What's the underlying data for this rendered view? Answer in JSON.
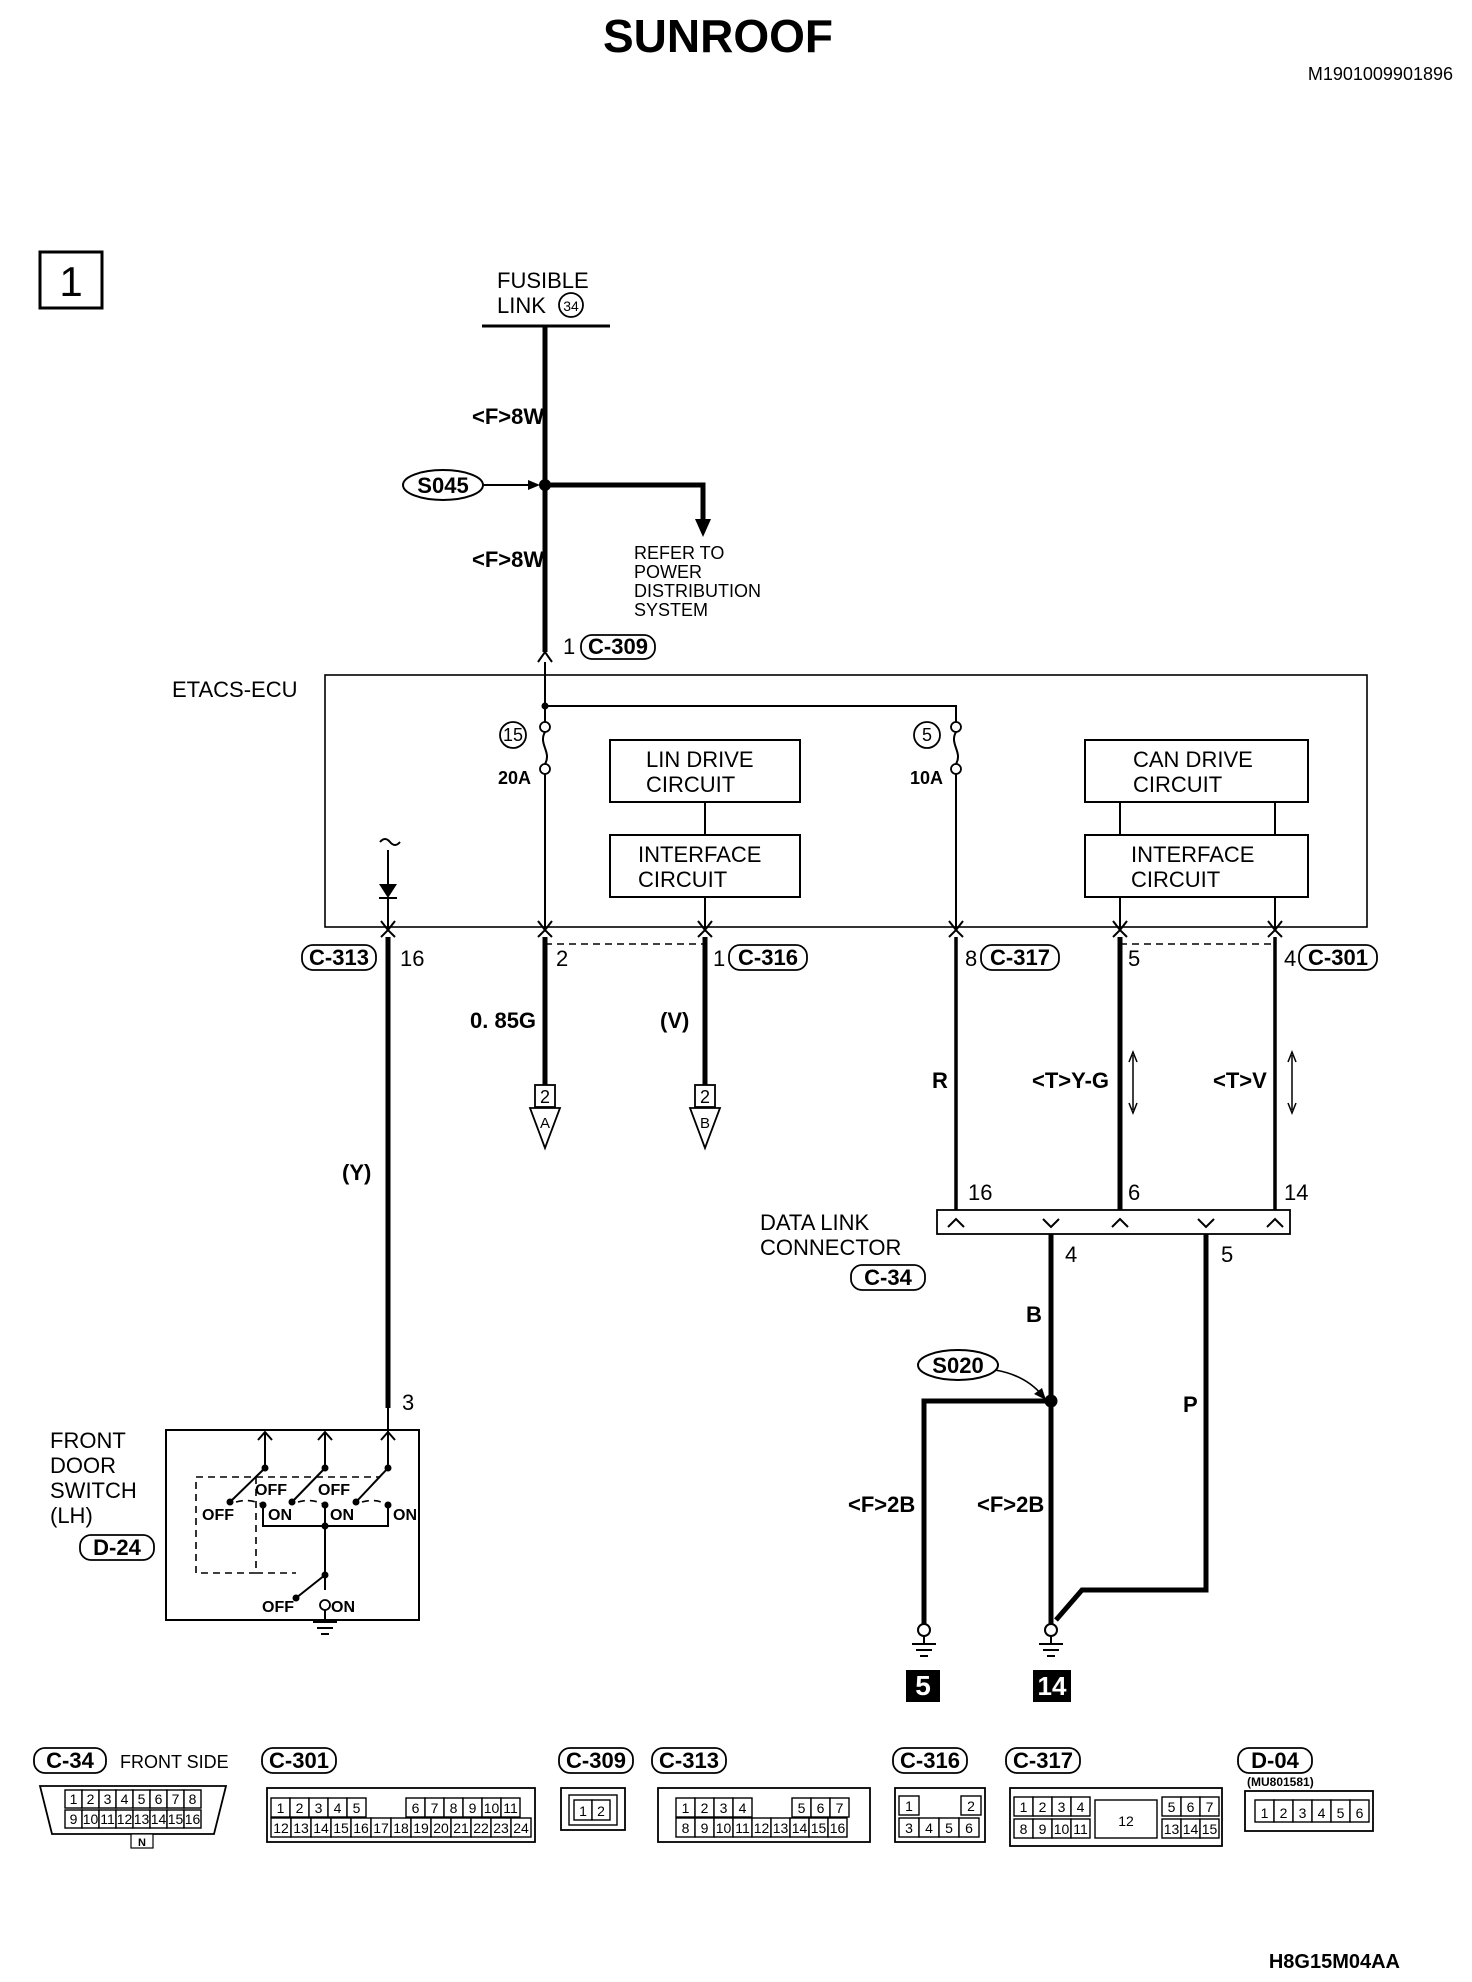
{
  "title": "SUNROOF",
  "doc_code": "M1901009901896",
  "footer_code": "H8G15M04AA",
  "sheet_number": "1",
  "fusible_link": {
    "line1": "FUSIBLE",
    "line2": "LINK",
    "number": "34"
  },
  "wires": {
    "top_upper": "<F>8W",
    "top_lower": "<F>8W",
    "pin16_wire": "(Y)",
    "pin2_wire": "0. 85G",
    "pin1_wire": "(V)",
    "pin8_wire": "R",
    "pin5_wire": "<T>Y-G",
    "pin4_wire": "<T>V",
    "dlc4_wire": "B",
    "dlc5_wire": "P",
    "ground_left": "<F>2B",
    "ground_right": "<F>2B"
  },
  "splices": {
    "s045": "S045",
    "s020": "S020"
  },
  "refer": {
    "l1": "REFER TO",
    "l2": "POWER",
    "l3": "DISTRIBUTION",
    "l4": "SYSTEM"
  },
  "etacs": {
    "label": "ETACS-ECU",
    "fuse15_num": "15",
    "fuse15_amp": "20A",
    "fuse5_num": "5",
    "fuse5_amp": "10A",
    "lin_l1": "LIN DRIVE",
    "lin_l2": "CIRCUIT",
    "can_l1": "CAN DRIVE",
    "can_l2": "CIRCUIT",
    "intf_l1": "INTERFACE",
    "intf_l2": "CIRCUIT"
  },
  "pins": {
    "c309_pin": "1",
    "c309": "C-309",
    "c313": "C-313",
    "p16": "16",
    "p2": "2",
    "c316_pin": "1",
    "c316": "C-316",
    "c317_pin": "8",
    "c317": "C-317",
    "p5": "5",
    "c301_pin": "4",
    "c301": "C-301"
  },
  "offpage": {
    "a_num": "2",
    "a_letter": "A",
    "b_num": "2",
    "b_letter": "B"
  },
  "dlc": {
    "l1": "DATA LINK",
    "l2": "CONNECTOR",
    "conn": "C-34",
    "p16": "16",
    "p6": "6",
    "p14": "14",
    "p4": "4",
    "p5": "5"
  },
  "grounds": {
    "g5": "5",
    "g14": "14"
  },
  "door_switch": {
    "l1": "FRONT",
    "l2": "DOOR",
    "l3": "SWITCH",
    "l4": "(LH)",
    "conn": "D-24",
    "pin3": "3",
    "off": "OFF",
    "on": "ON"
  },
  "connectors": {
    "c34_name": "C-34",
    "c34_side": "FRONT SIDE",
    "c34_row1": [
      "1",
      "2",
      "3",
      "4",
      "5",
      "6",
      "7",
      "8"
    ],
    "c34_row2": [
      "9",
      "10",
      "11",
      "12",
      "13",
      "14",
      "15",
      "16"
    ],
    "c34_mark": "N",
    "c301_name": "C-301",
    "c301_row1": [
      "1",
      "2",
      "3",
      "4",
      "5",
      "6",
      "7",
      "8",
      "9",
      "10",
      "11"
    ],
    "c301_row2": [
      "12",
      "13",
      "14",
      "15",
      "16",
      "17",
      "18",
      "19",
      "20",
      "21",
      "22",
      "23",
      "24"
    ],
    "c309_name": "C-309",
    "c309_pins": [
      "1",
      "2"
    ],
    "c313_name": "C-313",
    "c313_row1": [
      "1",
      "2",
      "3",
      "4",
      "5",
      "6",
      "7"
    ],
    "c313_row2": [
      "8",
      "9",
      "10",
      "11",
      "12",
      "13",
      "14",
      "15",
      "16"
    ],
    "c316_name": "C-316",
    "c316_row1": [
      "1",
      "2"
    ],
    "c316_row2": [
      "3",
      "4",
      "5",
      "6"
    ],
    "c317_name": "C-317",
    "c317_row1": [
      "1",
      "2",
      "3",
      "4",
      "5",
      "6",
      "7"
    ],
    "c317_row2": [
      "8",
      "9",
      "10",
      "11",
      "13",
      "14",
      "15"
    ],
    "c317_mid": "12",
    "d04_name": "D-04",
    "d04_part": "(MU801581)",
    "d04_pins": [
      "1",
      "2",
      "3",
      "4",
      "5",
      "6"
    ]
  }
}
